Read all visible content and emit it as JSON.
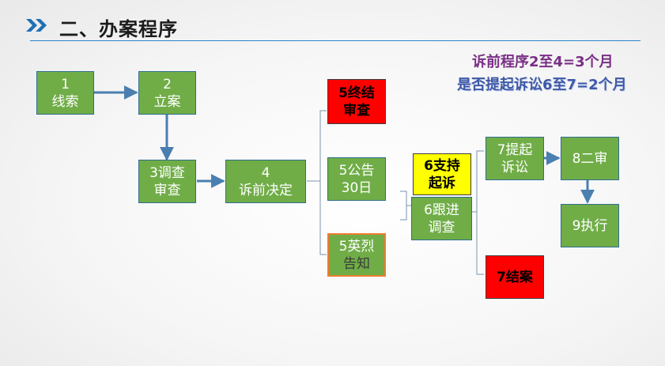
{
  "title": "二、办案程序",
  "notes": {
    "line1": "诉前程序2至4=3个月",
    "line2": "是否提起诉讼6至7=2个月"
  },
  "boxes": {
    "b1": [
      "1",
      "线索"
    ],
    "b2": [
      "2",
      "立案"
    ],
    "b3": [
      "3调查",
      "审查"
    ],
    "b4": [
      "4",
      "诉前决定"
    ],
    "b5a": [
      "5终结",
      "审查"
    ],
    "b5b": [
      "5公告",
      "30日"
    ],
    "b5c": [
      "5英烈",
      "告知"
    ],
    "b6a": [
      "6支持",
      "起诉"
    ],
    "b6b": [
      "6跟进",
      "调查"
    ],
    "b7a": [
      "7提起",
      "诉讼"
    ],
    "b7b": [
      "7结案"
    ],
    "b8": [
      "8二审"
    ],
    "b9": [
      "9执行"
    ]
  },
  "colors": {
    "green": "#70ad47",
    "red": "#ff0000",
    "yellow": "#ffff00",
    "connector": "#4a7fb0",
    "accent": "#2a86c9"
  }
}
